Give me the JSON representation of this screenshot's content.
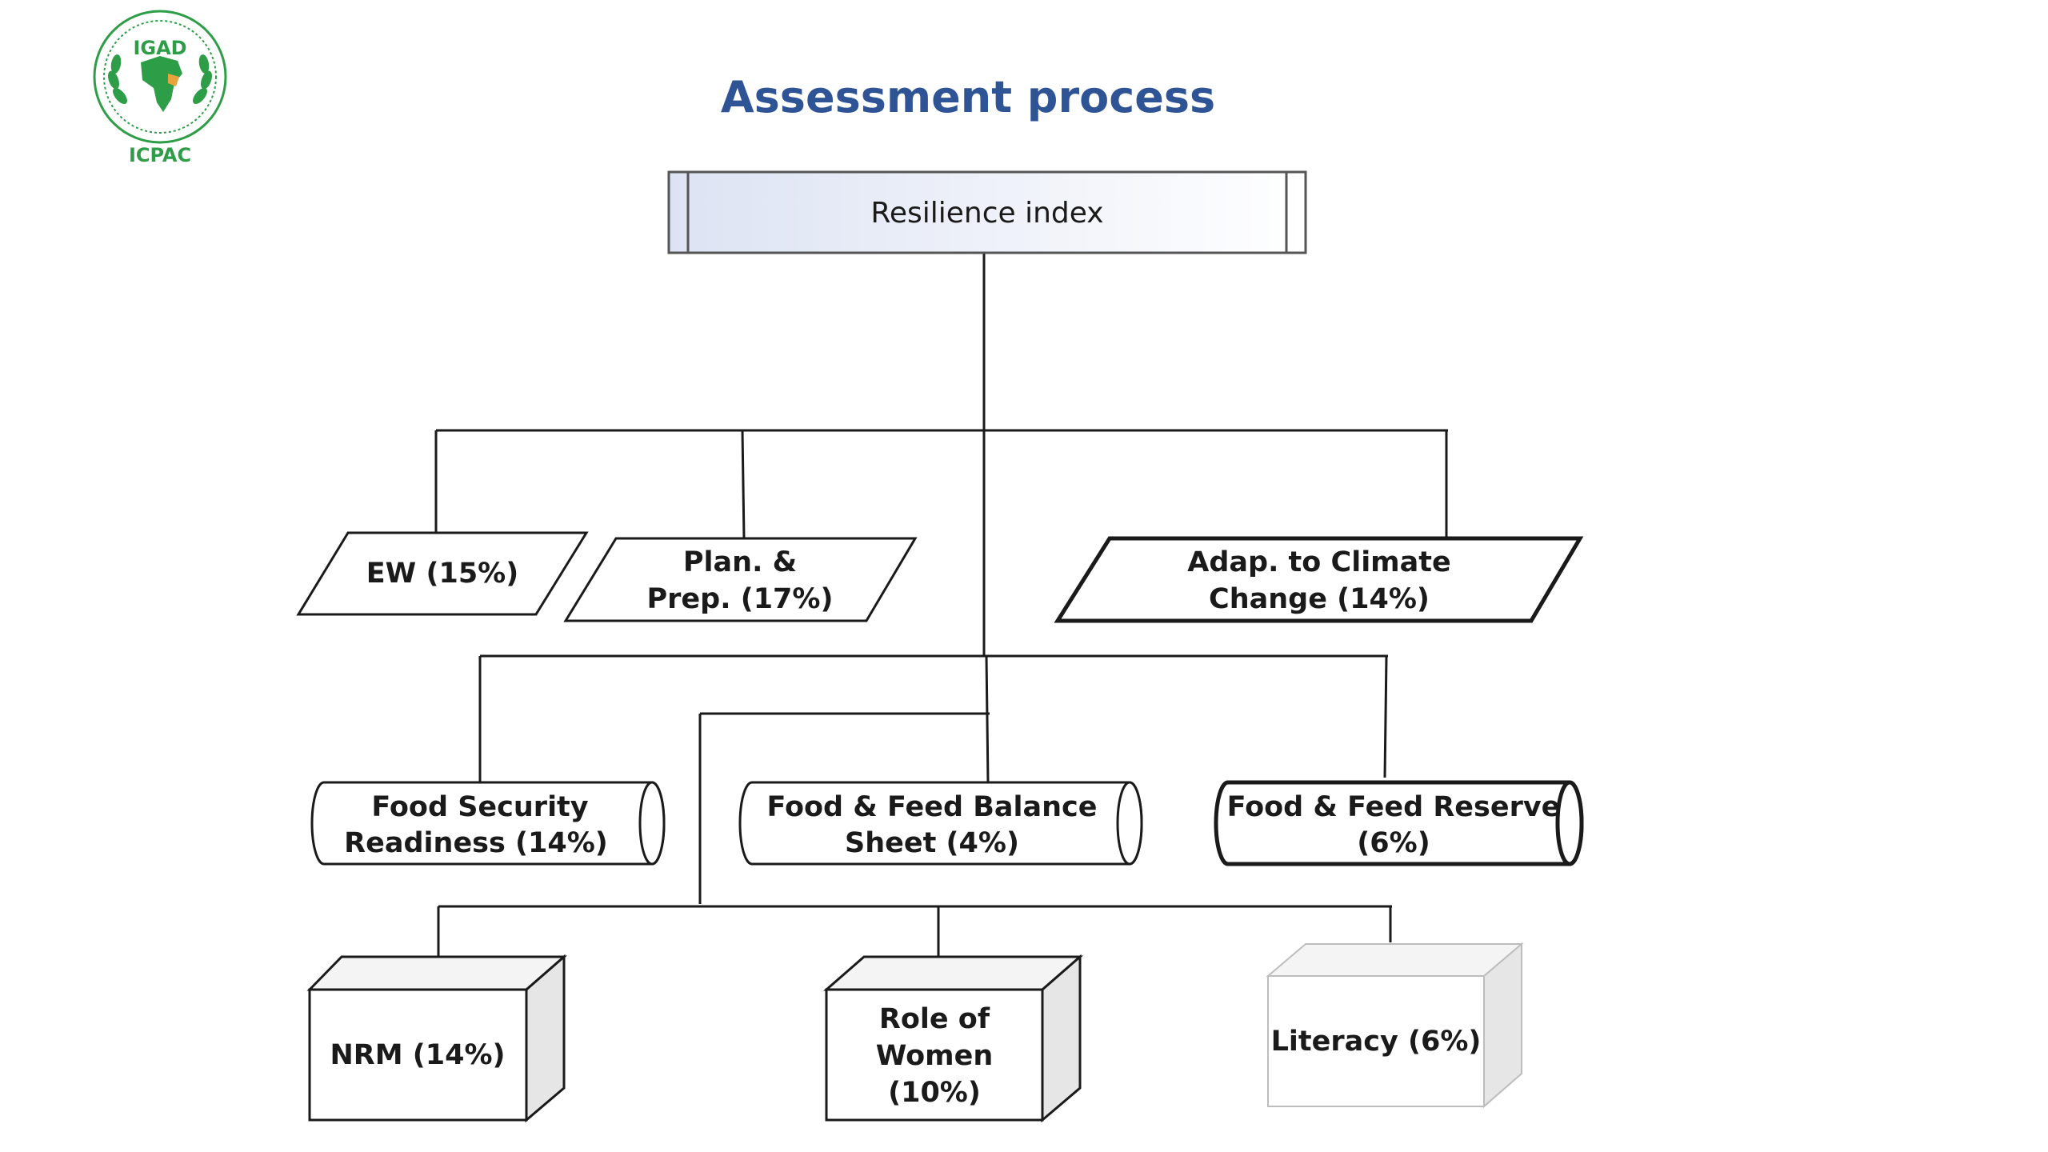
{
  "header": {
    "title": "Assessment process",
    "logo": {
      "top_text": "IGAD",
      "bottom_text": "ICPAC",
      "icon": "igad-icpac-emblem-icon",
      "primary_color": "#2e9d47",
      "accent_color": "#e8a33a"
    }
  },
  "diagram": {
    "root": {
      "label": "Resilience index"
    },
    "level1": [
      {
        "label_lines": [
          "EW (15%)"
        ]
      },
      {
        "label_lines": [
          "Plan. &",
          "Prep. (17%)"
        ]
      },
      {
        "label_lines": [
          "Adap. to Climate",
          "Change (14%)"
        ]
      }
    ],
    "level2": [
      {
        "label_lines": [
          "Food Security",
          "Readiness (14%)"
        ]
      },
      {
        "label_lines": [
          "Food & Feed Balance",
          "Sheet (4%)"
        ]
      },
      {
        "label_lines": [
          "Food & Feed Reserve",
          "(6%)"
        ]
      }
    ],
    "level3": [
      {
        "label_lines": [
          "NRM (14%)"
        ]
      },
      {
        "label_lines": [
          "Role of",
          "Women",
          "(10%)"
        ]
      },
      {
        "label_lines": [
          "Literacy (6%)"
        ]
      }
    ]
  },
  "colors": {
    "title": "#2f5496",
    "stroke": "#1a1a1a",
    "root_fill_start": "#dde3f3",
    "root_fill_end": "#ffffff",
    "cube_side": "#e6e6e6",
    "cube_top": "#f4f4f4"
  }
}
